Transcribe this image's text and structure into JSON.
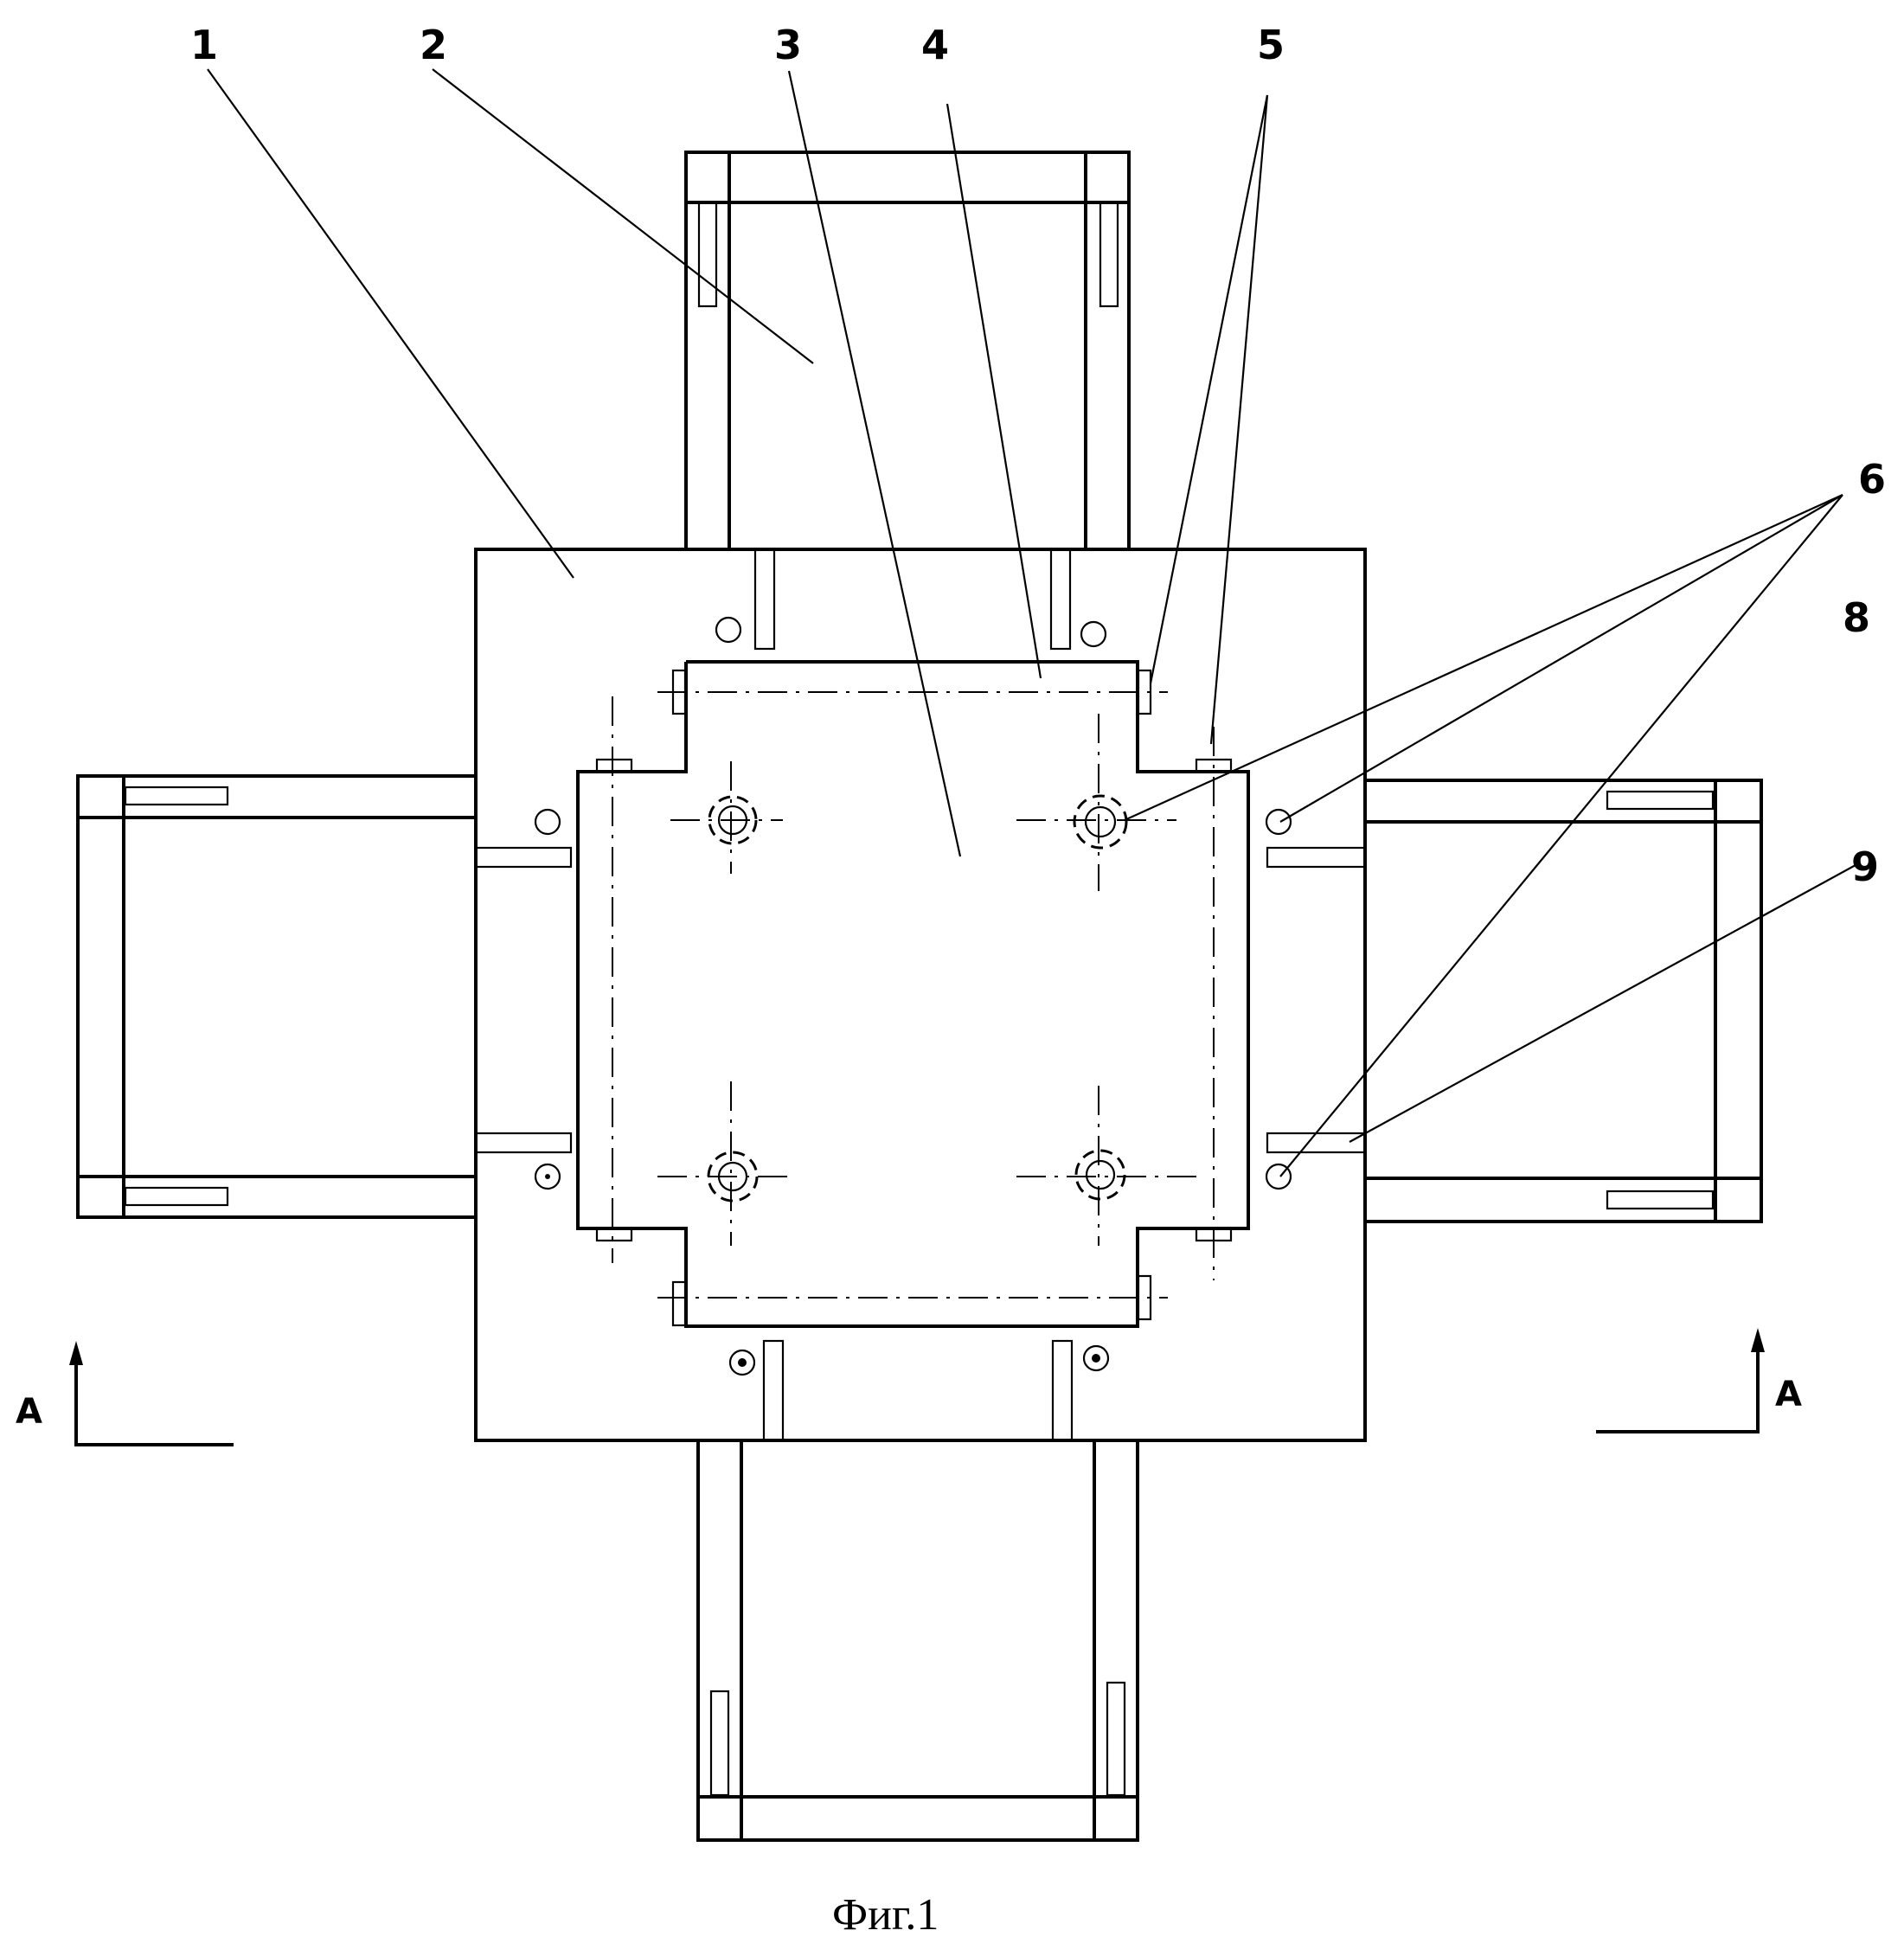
{
  "labels": {
    "l1": "1",
    "l2": "2",
    "l3": "3",
    "l4": "4",
    "l5": "5",
    "l6": "6",
    "l8": "8",
    "l9": "9"
  },
  "section_left": "A",
  "section_right": "A",
  "caption": "Фиг.1"
}
